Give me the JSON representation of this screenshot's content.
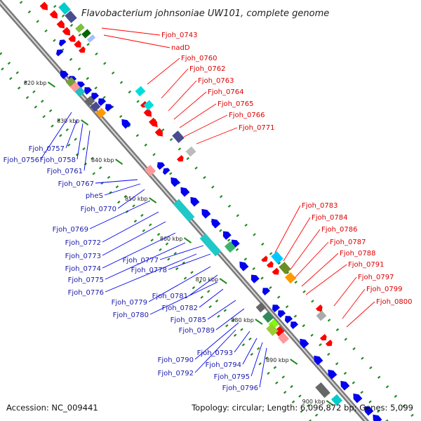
{
  "title": "Flavobacterium johnsoniae UW101, complete genome",
  "footer": {
    "accession": "Accession: NC_009441",
    "topology": "Topology: circular; Length: 6,096,872 bp; Genes: 5,099"
  },
  "colors": {
    "forward_strand": "#ff0000",
    "reverse_strand": "#0000ee",
    "backbone": "#888888",
    "ticks": "#228b22"
  },
  "ruler": [
    "820 kbp",
    "830 kbp",
    "840 kbp",
    "850 kbp",
    "860 kbp",
    "870 kbp",
    "880 kbp",
    "890 kbp",
    "900 kbp"
  ],
  "forward_genes": [
    "Fjoh_0743",
    "nadD",
    "Fjoh_0760",
    "Fjoh_0762",
    "Fjoh_0763",
    "Fjoh_0764",
    "Fjoh_0765",
    "Fjoh_0766",
    "Fjoh_0771",
    "Fjoh_0783",
    "Fjoh_0784",
    "Fjoh_0786",
    "Fjoh_0787",
    "Fjoh_0788",
    "Fjoh_0791",
    "Fjoh_0797",
    "Fjoh_0799",
    "Fjoh_0800"
  ],
  "reverse_genes": [
    "Fjoh_0757",
    "Fjoh_0756",
    "Fjoh_0758",
    "Fjoh_0761",
    "Fjoh_0767",
    "pheS",
    "Fjoh_0770",
    "Fjoh_0769",
    "Fjoh_0772",
    "Fjoh_0773",
    "Fjoh_0774",
    "Fjoh_0775",
    "Fjoh_0776",
    "Fjoh_0777",
    "Fjoh_0778",
    "Fjoh_0779",
    "Fjoh_0781",
    "Fjoh_0780",
    "Fjoh_0782",
    "Fjoh_0785",
    "Fjoh_0789",
    "Fjoh_0790",
    "Fjoh_0793",
    "Fjoh_0794",
    "Fjoh_0792",
    "Fjoh_0795",
    "Fjoh_0796"
  ]
}
